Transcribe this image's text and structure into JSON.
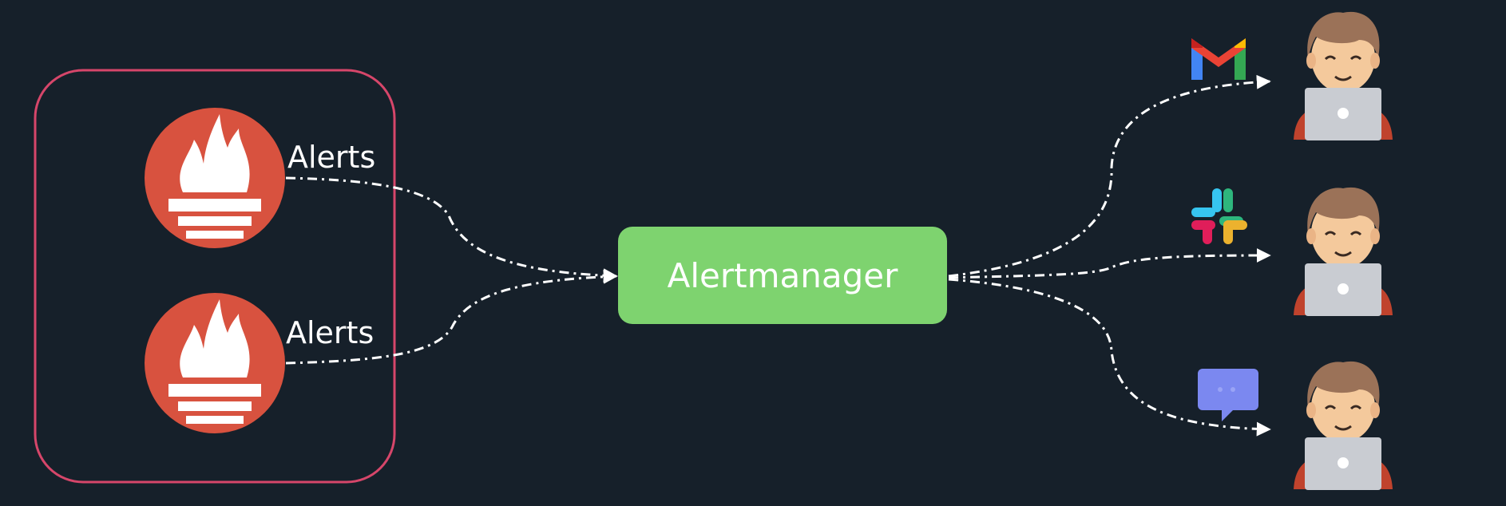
{
  "group": {
    "sources": [
      {
        "edge_label": "Alerts"
      },
      {
        "edge_label": "Alerts"
      }
    ]
  },
  "hub": {
    "label": "Alertmanager",
    "fill_color": "#7ed36f"
  },
  "colors": {
    "background": "#16202a",
    "group_border": "#d6466a",
    "prometheus_red": "#d8523f"
  },
  "channels": [
    {
      "icon": "gmail-icon"
    },
    {
      "icon": "slack-icon"
    },
    {
      "icon": "chat-message-icon"
    }
  ],
  "recipients": [
    {
      "icon": "person-with-laptop-icon"
    },
    {
      "icon": "person-with-laptop-icon"
    },
    {
      "icon": "person-with-laptop-icon"
    }
  ]
}
